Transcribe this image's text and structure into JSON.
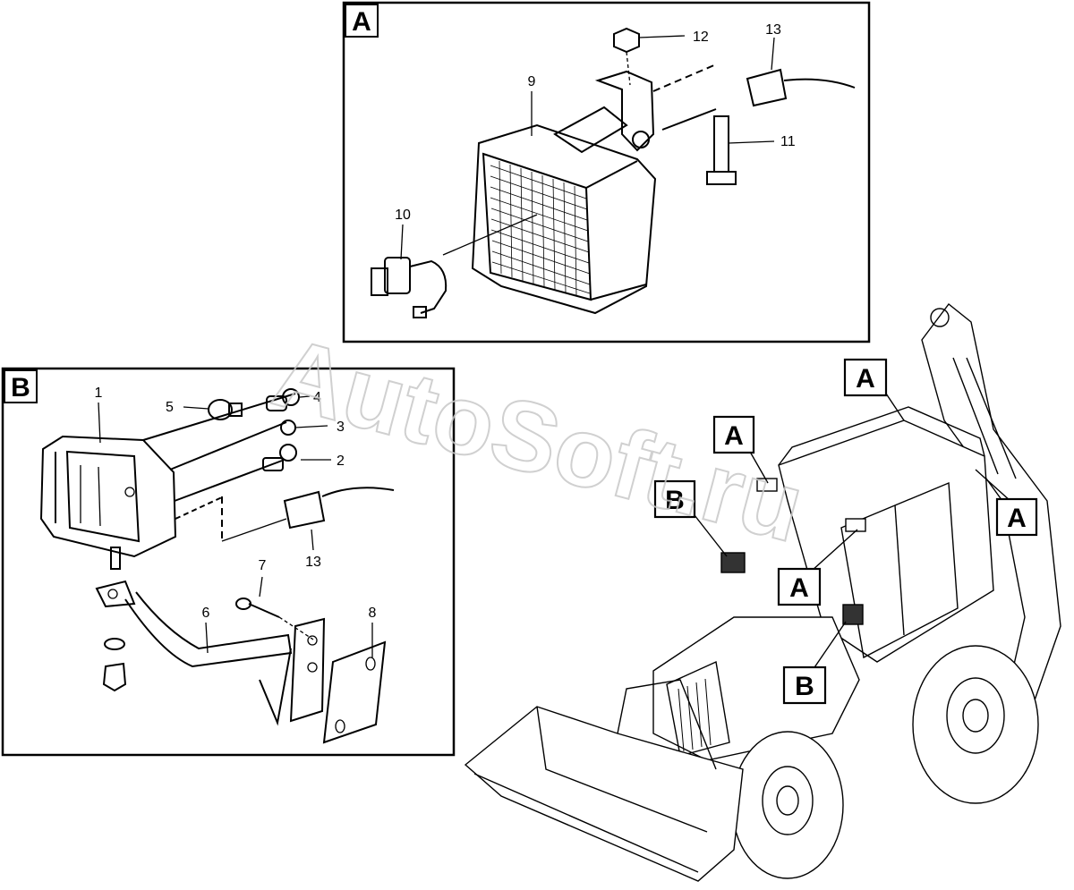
{
  "watermark": "AutoSoft.ru",
  "panel_a": {
    "tag": "A",
    "callouts": {
      "p9": "9",
      "p10": "10",
      "p11": "11",
      "p12": "12",
      "p13": "13"
    }
  },
  "panel_b": {
    "tag": "B",
    "callouts": {
      "p1": "1",
      "p2": "2",
      "p3": "3",
      "p4": "4",
      "p5": "5",
      "p6": "6",
      "p7": "7",
      "p8": "8",
      "p13": "13"
    }
  },
  "machine": {
    "tags": {
      "a1": "A",
      "a2": "A",
      "a3": "A",
      "a4": "A",
      "b1": "B",
      "b2": "B"
    }
  }
}
